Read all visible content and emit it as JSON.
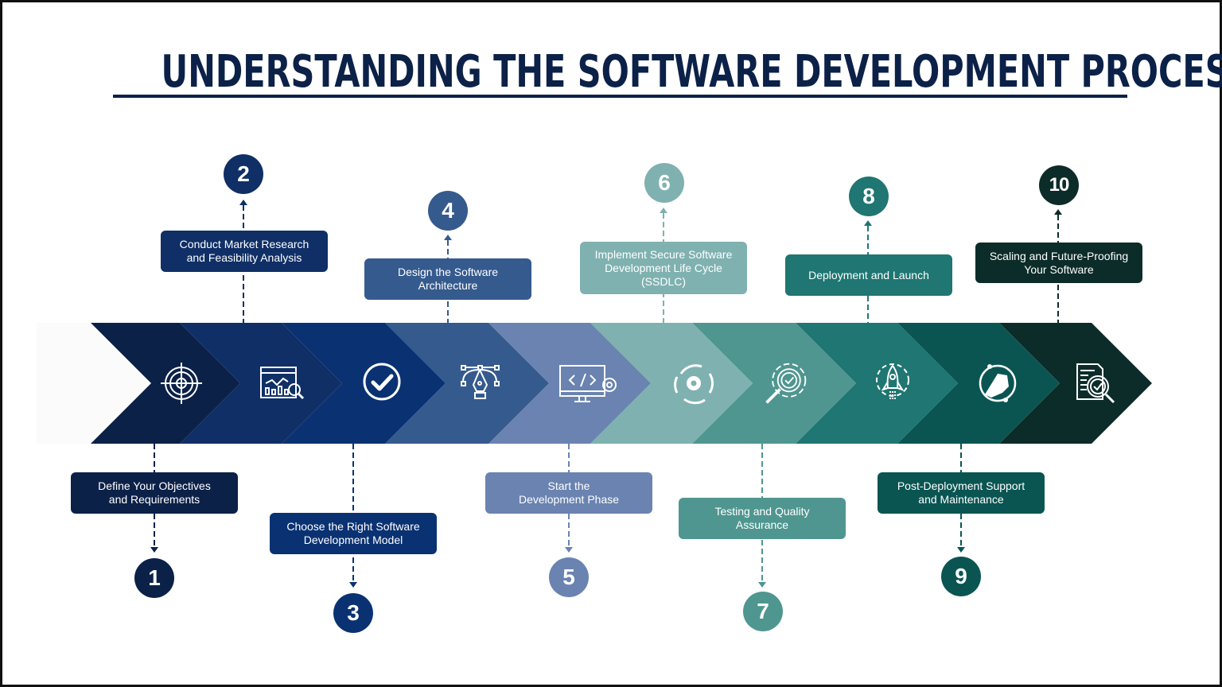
{
  "title": "UNDERSTANDING THE SOFTWARE DEVELOPMENT PROCESS",
  "colors": {
    "title": "#0c2148",
    "step_1": "#0c2148",
    "step_2": "#0f2f66",
    "step_3": "#0a3272",
    "step_4": "#355a8e",
    "step_5": "#6a83b0",
    "step_6": "#7fb1b0",
    "step_7": "#4f9690",
    "step_8": "#1f7672",
    "step_9": "#0a5552",
    "step_10": "#0c2c2a"
  },
  "steps": [
    {
      "number": "1",
      "label_line1": "Define Your Objectives",
      "label_line2": "and Requirements",
      "label_line3": "",
      "icon": "target-icon",
      "position": "below"
    },
    {
      "number": "2",
      "label_line1": "Conduct Market Research",
      "label_line2": "and Feasibility Analysis",
      "label_line3": "",
      "icon": "analytics-search-icon",
      "position": "above"
    },
    {
      "number": "3",
      "label_line1": "Choose the Right Software",
      "label_line2": "Development Model",
      "label_line3": "",
      "icon": "check-circle-icon",
      "position": "below"
    },
    {
      "number": "4",
      "label_line1": "Design the Software",
      "label_line2": "Architecture",
      "label_line3": "",
      "icon": "pen-tool-icon",
      "position": "above"
    },
    {
      "number": "5",
      "label_line1": "Start the",
      "label_line2": "Development Phase",
      "label_line3": "",
      "icon": "code-monitor-gear-icon",
      "position": "below"
    },
    {
      "number": "6",
      "label_line1": "Implement Secure Software",
      "label_line2": "Development Life Cycle",
      "label_line3": "(SSDLC)",
      "icon": "gear-cycle-icon",
      "position": "above"
    },
    {
      "number": "7",
      "label_line1": "Testing and Quality",
      "label_line2": "Assurance",
      "label_line3": "",
      "icon": "gear-magnifier-check-icon",
      "position": "below"
    },
    {
      "number": "8",
      "label_line1": "Deployment and Launch",
      "label_line2": "",
      "label_line3": "",
      "icon": "rocket-gear-icon",
      "position": "above"
    },
    {
      "number": "9",
      "label_line1": "Post-Deployment Support",
      "label_line2": "and Maintenance",
      "label_line3": "",
      "icon": "handshake-support-icon",
      "position": "below"
    },
    {
      "number": "10",
      "label_line1": "Scaling and Future-Proofing",
      "label_line2": "Your Software",
      "label_line3": "",
      "icon": "document-review-icon",
      "position": "above"
    }
  ]
}
